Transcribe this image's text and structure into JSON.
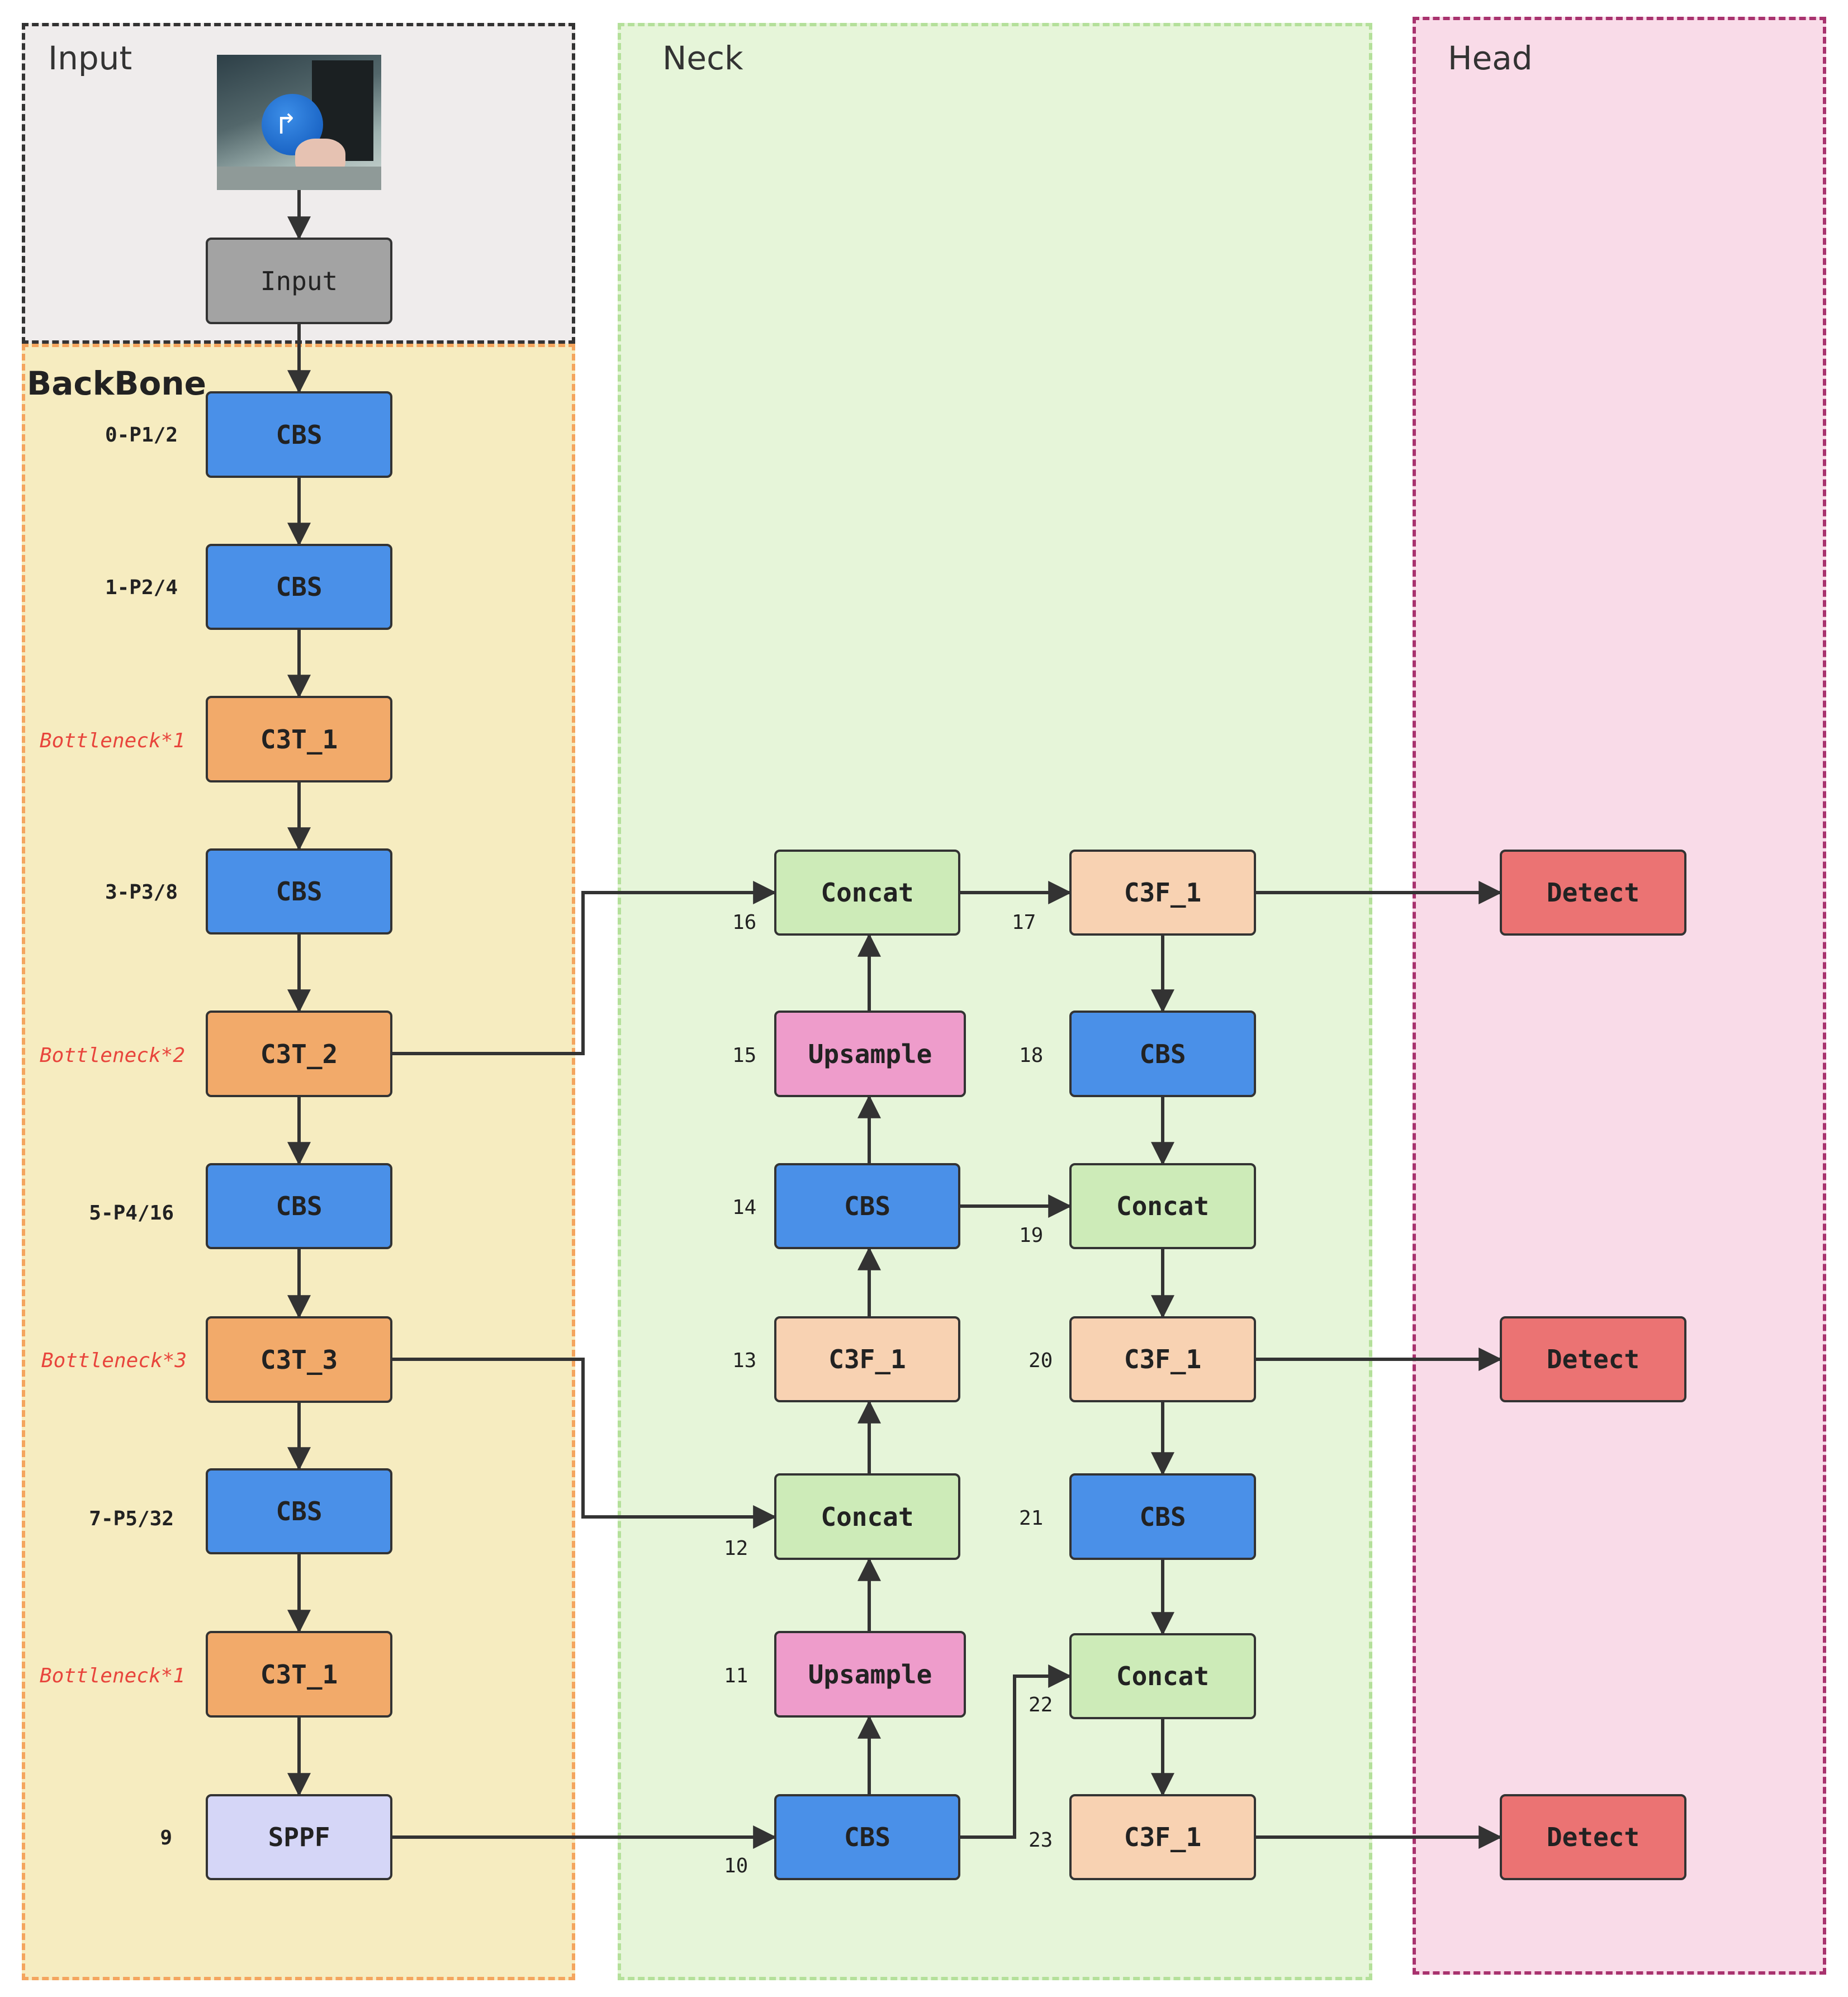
{
  "regions": {
    "input_title": "Input",
    "backbone_title": "BackBone",
    "neck_title": "Neck",
    "head_title": "Head"
  },
  "backbone": {
    "input_block": "Input",
    "blocks": [
      "CBS",
      "CBS",
      "C3T_1",
      "CBS",
      "C3T_2",
      "CBS",
      "C3T_3",
      "CBS",
      "C3T_1",
      "SPPF"
    ],
    "labels": [
      "0-P1/2",
      "1-P2/4",
      "Bottleneck*1",
      "3-P3/8",
      "Bottleneck*2",
      "5-P4/16",
      "Bottleneck*3",
      "7-P5/32",
      "Bottleneck*1",
      "9"
    ]
  },
  "neck": {
    "left_column": {
      "blocks": [
        "Concat",
        "Upsample",
        "CBS",
        "C3F_1",
        "Concat",
        "Upsample",
        "CBS"
      ],
      "indices": [
        "16",
        "15",
        "14",
        "13",
        "12",
        "11",
        "10"
      ]
    },
    "right_column": {
      "blocks": [
        "C3F_1",
        "CBS",
        "Concat",
        "C3F_1",
        "CBS",
        "Concat",
        "C3F_1"
      ],
      "indices": [
        "17",
        "18",
        "19",
        "20",
        "21",
        "22",
        "23"
      ]
    }
  },
  "head": {
    "blocks": [
      "Detect",
      "Detect",
      "Detect"
    ]
  },
  "colors": {
    "cbs": "#4a90e8",
    "c3t": "#f2aa6a",
    "input": "#a3a3a3",
    "sppf": "#d5d6f7",
    "concat": "#cdebb8",
    "c3f": "#f8d2b2",
    "upsample": "#ee9ccb",
    "detect": "#eb7373",
    "bottleneck_label": "#e8453c"
  }
}
